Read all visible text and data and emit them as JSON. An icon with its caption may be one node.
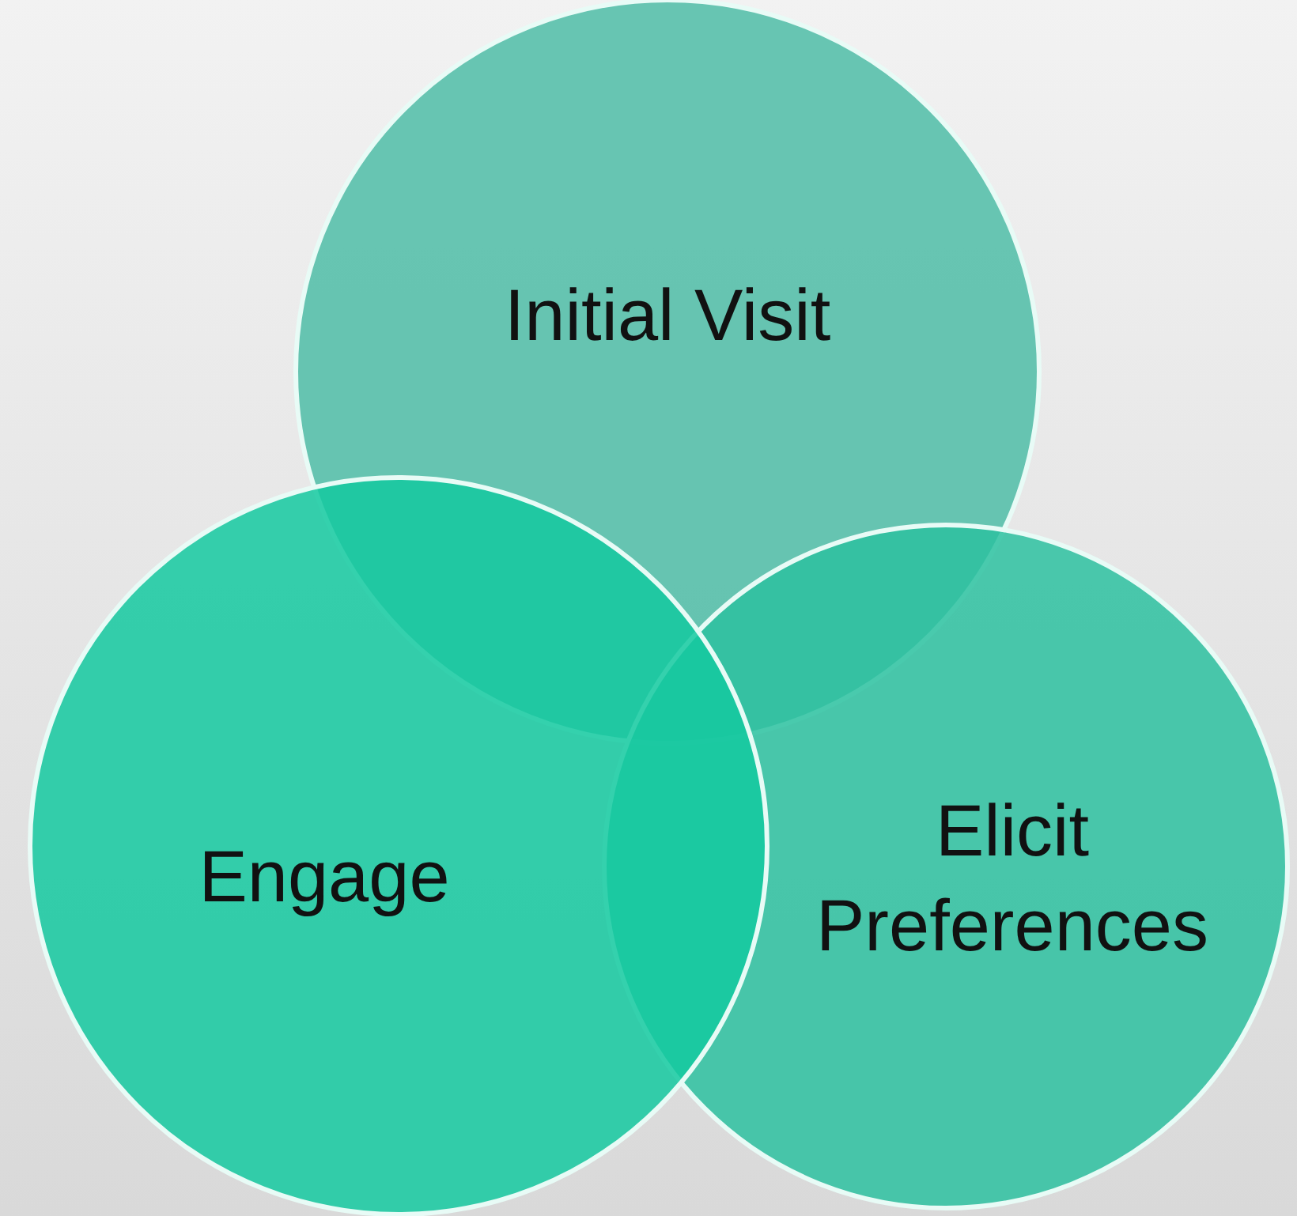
{
  "diagram": {
    "nodes": [
      {
        "text": [
          "Initial Visit"
        ]
      },
      {
        "text": [
          "Engage"
        ]
      },
      {
        "text": [
          "Elicit Preferences"
        ]
      }
    ]
  }
}
